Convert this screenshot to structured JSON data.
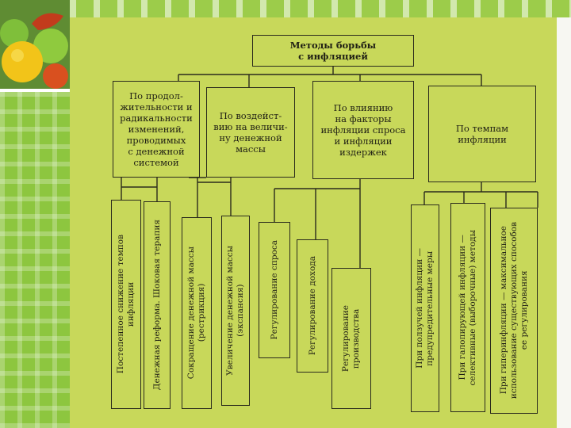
{
  "diagram": {
    "title": "Методы борьбы\nс инфляцией",
    "categories": [
      "По продол-\nжительности и\nрадикальности\nизменений,\nпроводимых\nс денежной\nсистемой",
      "По воздейст-\nвию на величи-\nну денежной\nмассы",
      "По влиянию\nна факторы\nинфляции спроса\nи инфляции\nиздержек",
      "По темпам\nинфляции"
    ],
    "methods": [
      "Постепенное снижение темпов\nинфляции",
      "Денежная реформа. Шоковая терапия",
      "Сокращение денежной массы\n(рестрикция)",
      "Увеличение денежной массы\n(экспансия)",
      "Регулирование спроса",
      "Регулирование дохода",
      "Регулирование\nпроизводства",
      "При ползучей инфляции —\nпредупредительные меры",
      "При галопирующей инфляции —\nселективные (выборочные) методы",
      "При гиперинфляции — максимальное\nиспользование существующих способов\nее регулирования"
    ]
  }
}
